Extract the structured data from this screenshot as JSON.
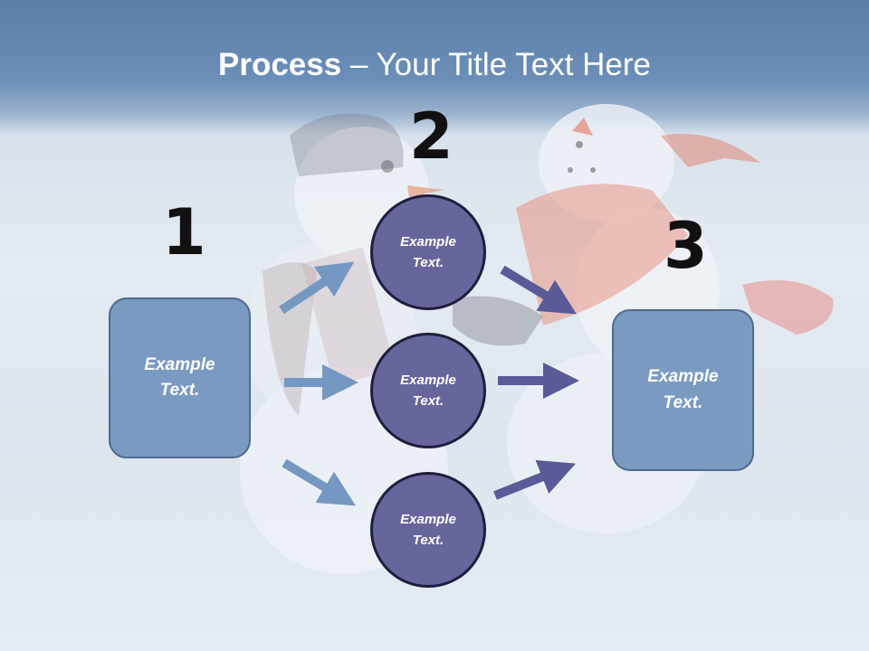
{
  "title": {
    "bold": "Process",
    "rest": " – Your Title Text Here"
  },
  "steps": [
    {
      "number": "1"
    },
    {
      "number": "2"
    },
    {
      "number": "3"
    }
  ],
  "boxes": {
    "left": "Example\nText.",
    "right": "Example\nText."
  },
  "circles": [
    "Example\nText.",
    "Example\nText.",
    "Example\nText."
  ],
  "colors": {
    "box": "#7a9ac2",
    "circle": "#66659c",
    "arrow_blue": "#7598c2",
    "arrow_purple": "#5a5a98"
  }
}
